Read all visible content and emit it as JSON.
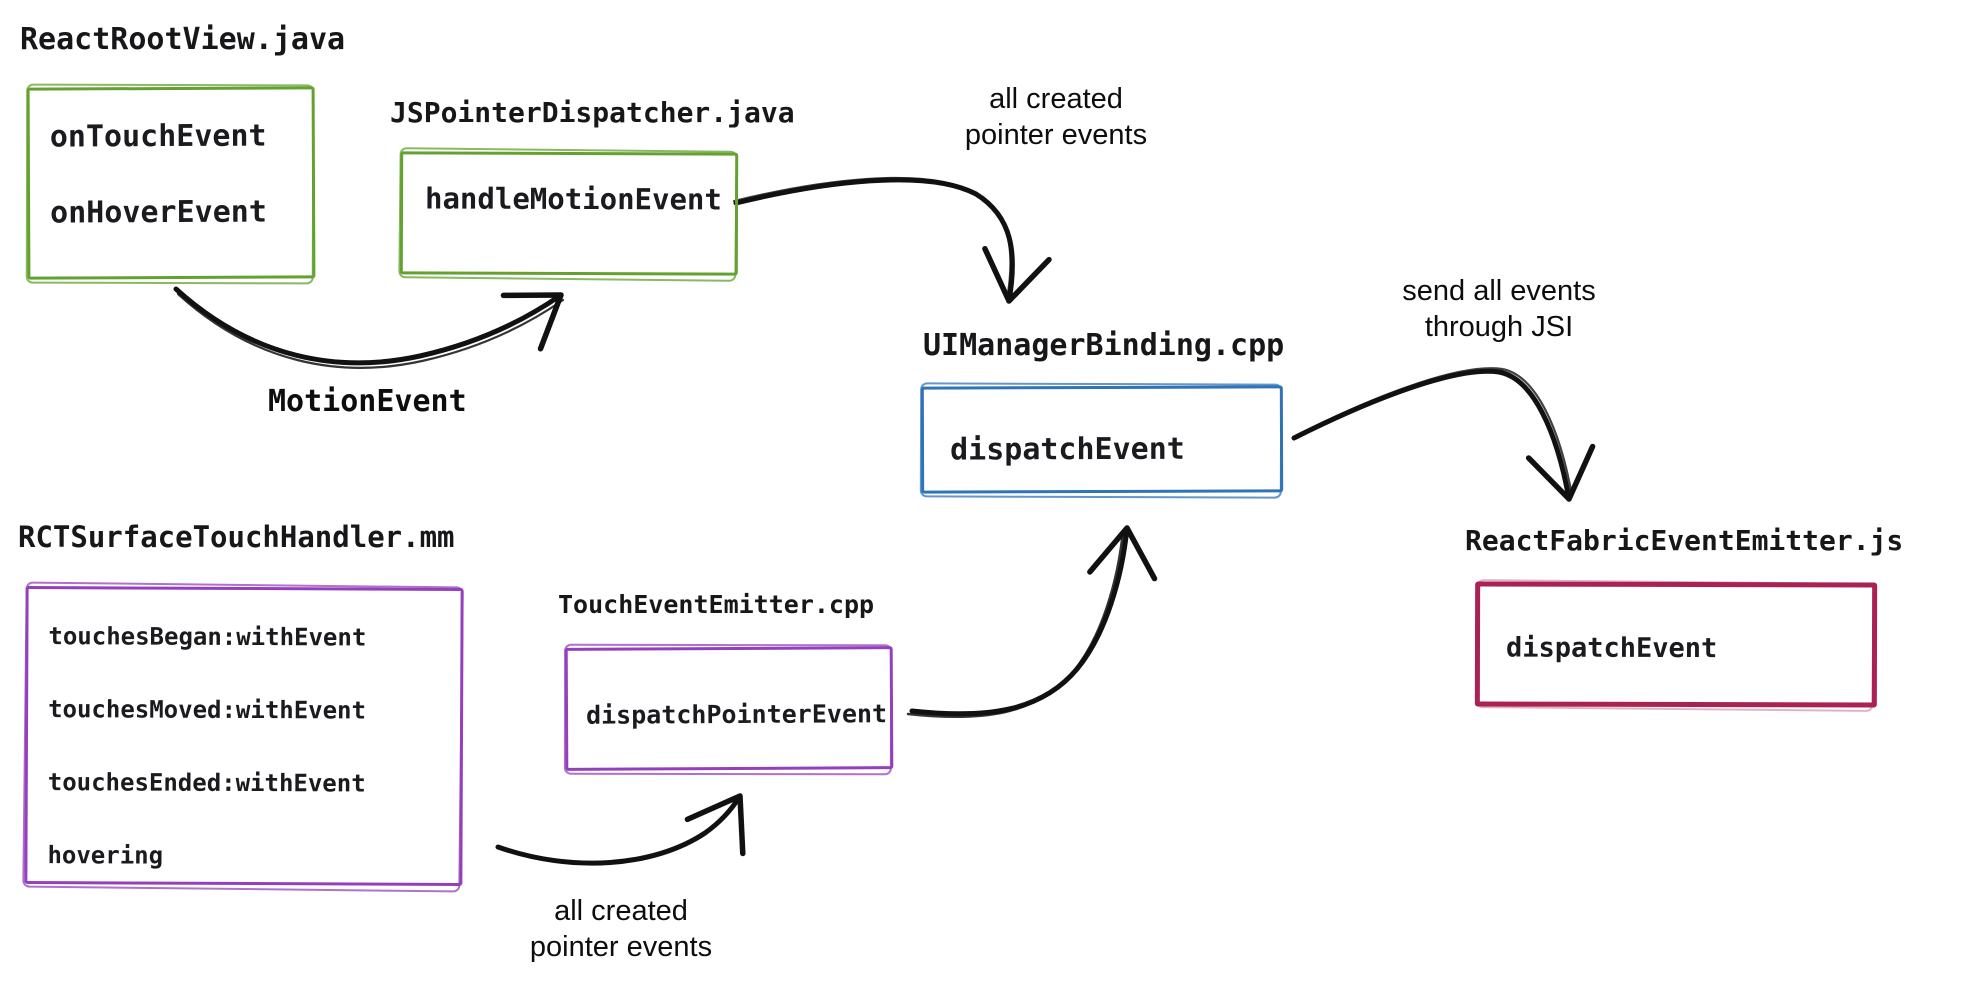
{
  "colors": {
    "green": "#63a22f",
    "blue": "#2f73b8",
    "purple": "#9440bd",
    "crimson": "#aa2253",
    "arrow": "#111111"
  },
  "nodes": [
    {
      "id": "react-root-view",
      "file": "ReactRootView.java",
      "color": "green",
      "methods": [
        "onTouchEvent",
        "onHoverEvent"
      ]
    },
    {
      "id": "js-pointer-dispatcher",
      "file": "JSPointerDispatcher.java",
      "color": "green",
      "methods": [
        "handleMotionEvent"
      ]
    },
    {
      "id": "ui-manager-binding",
      "file": "UIManagerBinding.cpp",
      "color": "blue",
      "methods": [
        "dispatchEvent"
      ]
    },
    {
      "id": "rct-surface-touch-handler",
      "file": "RCTSurfaceTouchHandler.mm",
      "color": "purple",
      "methods": [
        "touchesBegan:withEvent",
        "touchesMoved:withEvent",
        "touchesEnded:withEvent",
        "hovering"
      ]
    },
    {
      "id": "touch-event-emitter",
      "file": "TouchEventEmitter.cpp",
      "color": "purple",
      "methods": [
        "dispatchPointerEvent"
      ]
    },
    {
      "id": "react-fabric-event-emitter",
      "file": "ReactFabricEventEmitter.js",
      "color": "crimson",
      "methods": [
        "dispatchEvent"
      ]
    }
  ],
  "edges": [
    {
      "from": "react-root-view",
      "to": "js-pointer-dispatcher",
      "label": "MotionEvent",
      "label_lines": [
        "MotionEvent"
      ]
    },
    {
      "from": "js-pointer-dispatcher",
      "to": "ui-manager-binding",
      "label": "all created pointer events",
      "label_lines": [
        "all created",
        "pointer events"
      ]
    },
    {
      "from": "ui-manager-binding",
      "to": "react-fabric-event-emitter",
      "label": "send all events through JSI",
      "label_lines": [
        "send all events",
        "through JSI"
      ]
    },
    {
      "from": "rct-surface-touch-handler",
      "to": "touch-event-emitter",
      "label": "all created pointer events",
      "label_lines": [
        "all created",
        "pointer events"
      ]
    },
    {
      "from": "touch-event-emitter",
      "to": "ui-manager-binding",
      "label": ""
    }
  ]
}
